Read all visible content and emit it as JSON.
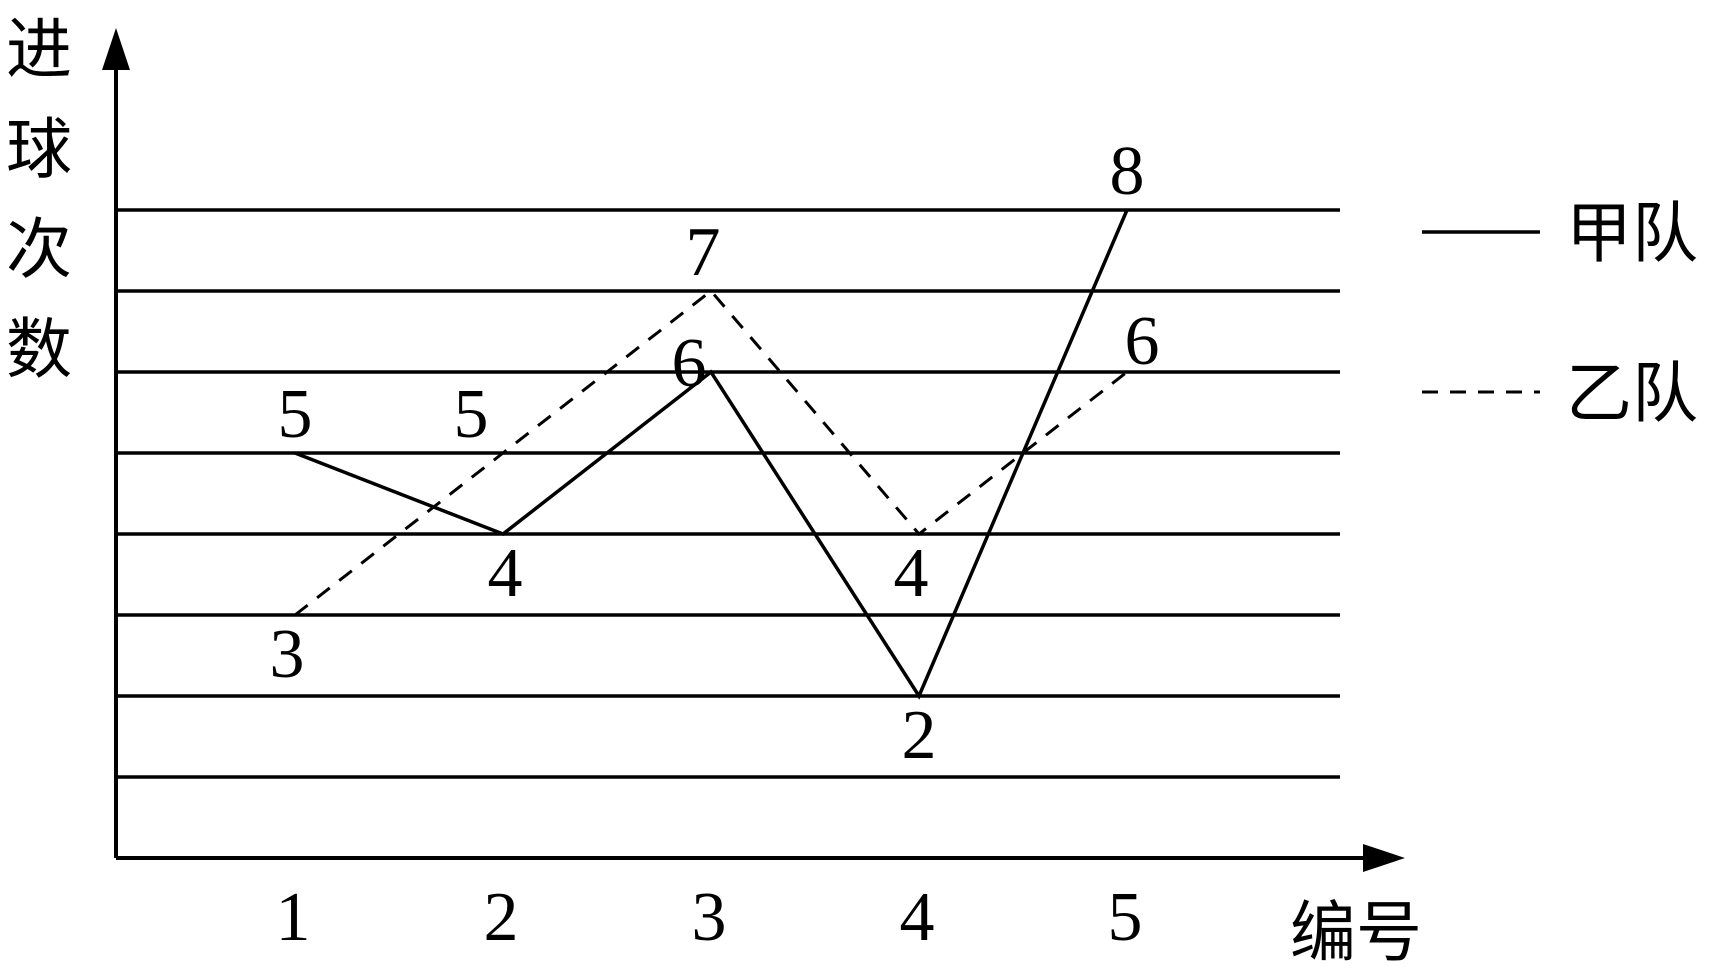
{
  "chart_data": {
    "type": "line",
    "ylabel": "进球次数",
    "xlabel": "编号",
    "categories": [
      "1",
      "2",
      "3",
      "4",
      "5"
    ],
    "x": [
      1,
      2,
      3,
      4,
      5
    ],
    "ylim": [
      1,
      8
    ],
    "gridlines": [
      1,
      2,
      3,
      4,
      5,
      6,
      7,
      8
    ],
    "grid": true,
    "legend_position": "right",
    "series": [
      {
        "name": "甲队",
        "style": "solid",
        "color": "#000000",
        "values": [
          5,
          4,
          6,
          2,
          8
        ],
        "labels": [
          "5",
          "4",
          "6",
          "2",
          "8"
        ]
      },
      {
        "name": "乙队",
        "style": "dashed",
        "color": "#000000",
        "values": [
          3,
          5,
          7,
          4,
          6
        ],
        "labels": [
          "3",
          "5",
          "7",
          "4",
          "6"
        ]
      }
    ]
  }
}
